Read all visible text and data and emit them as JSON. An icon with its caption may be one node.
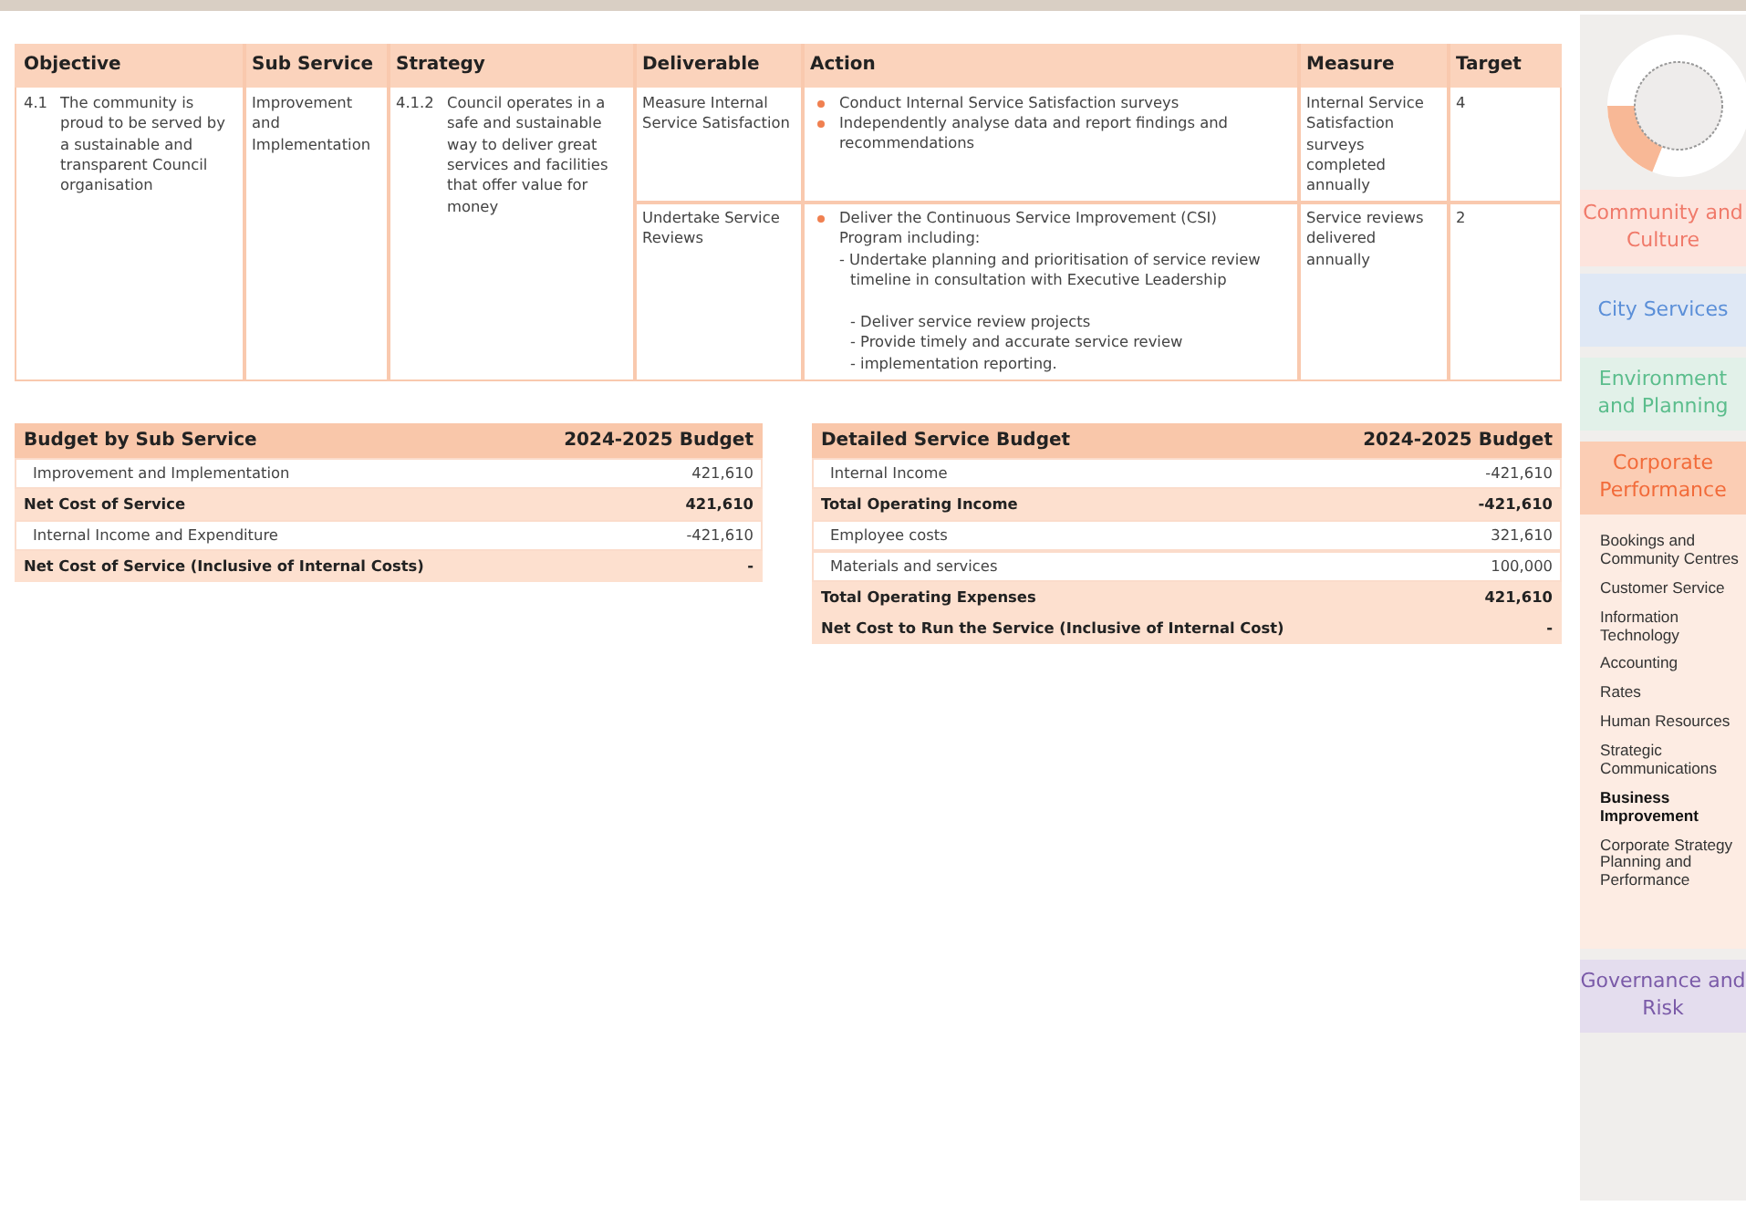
{
  "diagram": {
    "nodes": [
      {
        "text": [
          "Community and Culture"
        ]
      },
      {
        "text": [
          "City Services"
        ]
      },
      {
        "text": [
          "Environment and Planning"
        ]
      },
      {
        "text": [
          "Corporate Performance"
        ]
      },
      {
        "text": [
          "Bookings and Community Centres",
          "Customer Service",
          "Information Technology",
          "Accounting",
          "Rates",
          "Human Resources",
          "Strategic Communications",
          "Business Improvement",
          "Corporate Strategy Planning and Performance"
        ]
      },
      {
        "text": [
          "Governance and Risk"
        ]
      }
    ],
    "labels": [
      "Objective",
      "Sub Service",
      "Strategy",
      "Deliverable",
      "Action",
      "Measure",
      "Target",
      "4.1",
      "The community is proud to be served by a sustainable and transparent Council organisation",
      "Improvement and Implementation",
      "4.1.2",
      "Council operates in a safe and sustainable way to deliver great services and facilities that offer value for money",
      "Measure Internal Service Satisfaction",
      "Conduct Internal Service Satisfaction surveys",
      "Independently analyse data and report findings and recommendations",
      "Internal Service Satisfaction surveys completed annually",
      "4",
      "Undertake Service Reviews",
      "Deliver the Continuous Service Improvement (CSI) Program including:",
      "- Undertake planning and prioritisation of service review timeline in consultation with Executive Leadership",
      "- Deliver service review projects",
      "- Provide timely and accurate service review",
      "- implementation reporting.",
      "Service reviews delivered annually",
      "2",
      "Budget by Sub Service",
      "2024-2025 Budget",
      "Improvement and Implementation",
      "421,610",
      "Net Cost of Service",
      "421,610",
      "Internal Income and Expenditure",
      "-421,610",
      "Net Cost of Service (Inclusive of Internal Costs)",
      "-",
      "Detailed Service Budget",
      "2024-2025 Budget",
      "Internal Income",
      "-421,610",
      "Total Operating Income",
      "-421,610",
      "Employee costs",
      "321,610",
      "Materials and services",
      "100,000",
      "Total Operating Expenses",
      "421,610",
      "Net Cost to Run the Service (Inclusive of Internal Cost)",
      "-"
    ]
  }
}
